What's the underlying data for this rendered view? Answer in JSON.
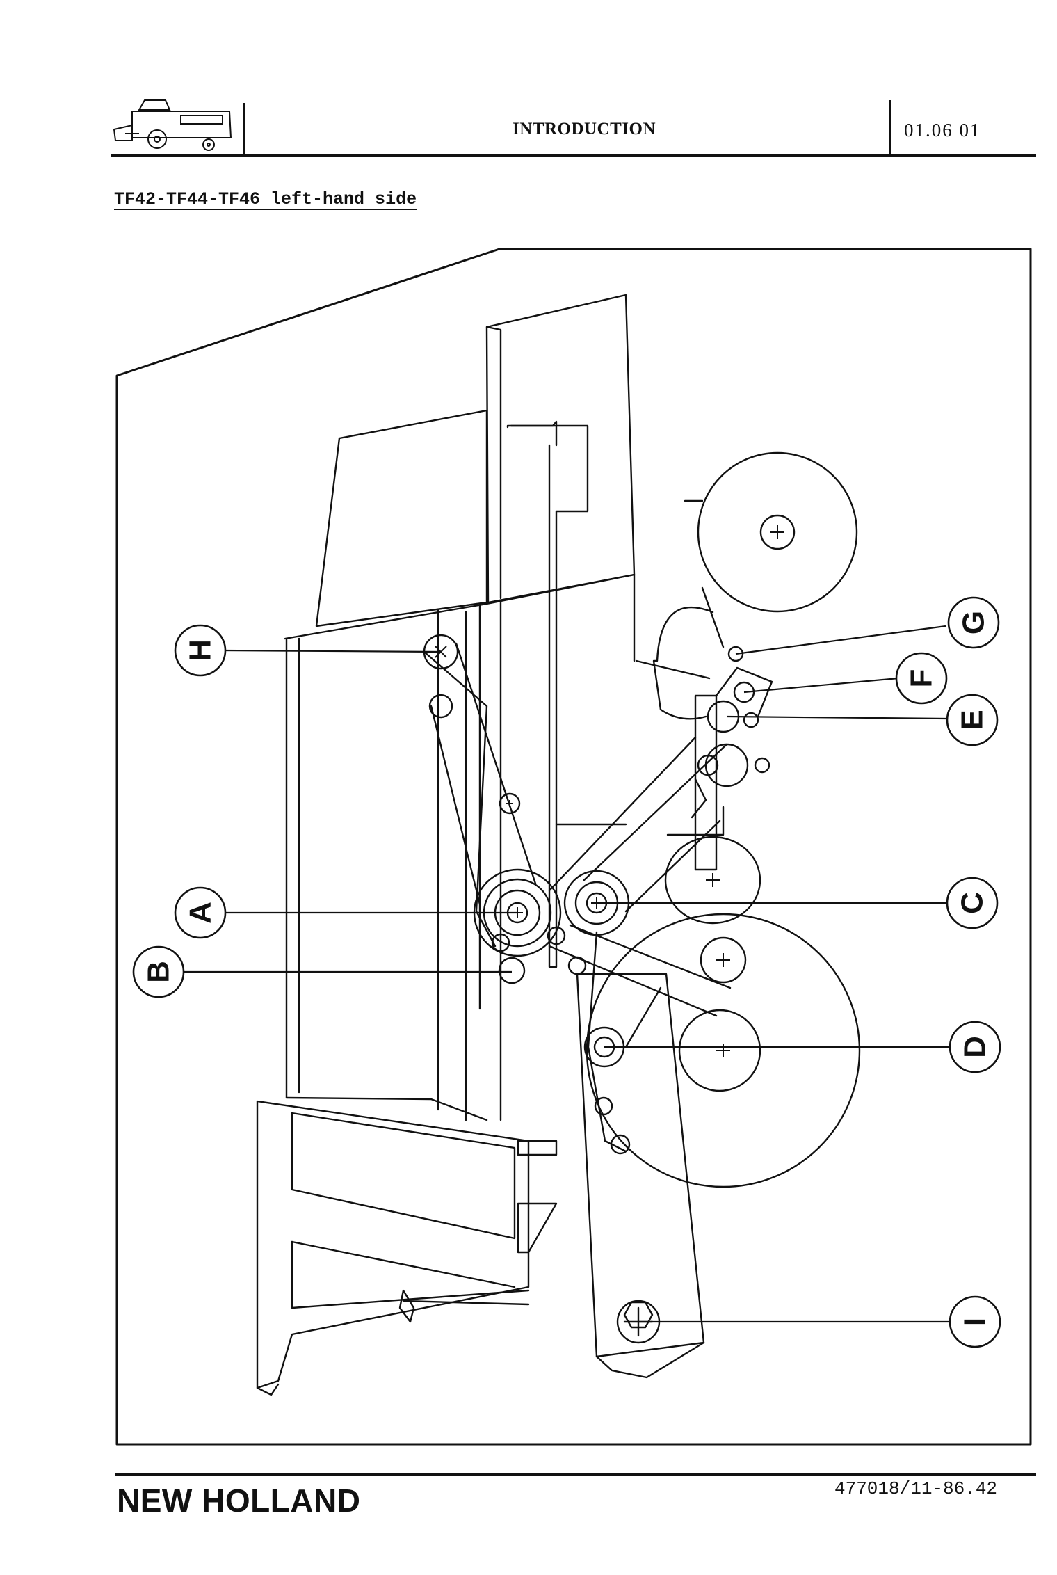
{
  "header": {
    "title": "INTRODUCTION",
    "page_code": "01.06  01"
  },
  "section_title": "TF42-TF44-TF46 left-hand side",
  "callouts": [
    {
      "letter": "A"
    },
    {
      "letter": "B"
    },
    {
      "letter": "C"
    },
    {
      "letter": "D"
    },
    {
      "letter": "E"
    },
    {
      "letter": "F"
    },
    {
      "letter": "G"
    },
    {
      "letter": "H"
    },
    {
      "letter": "I"
    }
  ],
  "footer": {
    "brand": "NEW HOLLAND",
    "doc_ref": "477018/11-86.42"
  },
  "colors": {
    "ink": "#111111",
    "paper": "#ffffff"
  },
  "icons": {
    "header_logo": "combine-harvester-icon"
  }
}
